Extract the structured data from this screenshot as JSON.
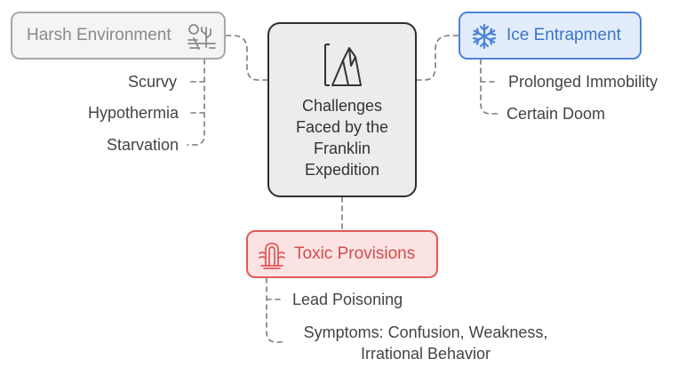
{
  "center": {
    "title_lines": [
      "Challenges",
      "Faced by the",
      "Franklin",
      "Expedition"
    ]
  },
  "harsh": {
    "label": "Harsh Environment",
    "items": [
      "Scurvy",
      "Hypothermia",
      "Starvation"
    ]
  },
  "ice": {
    "label": "Ice Entrapment",
    "items": [
      "Prolonged Immobility",
      "Certain Doom"
    ]
  },
  "toxic": {
    "label": "Toxic Provisions",
    "items": [
      "Lead Poisoning"
    ],
    "symptoms_lines": [
      "Symptoms: Confusion, Weakness,",
      "Irrational Behavior"
    ]
  },
  "colors": {
    "harsh_border": "#a8a8a8",
    "ice_accent": "#4a84d8",
    "toxic_accent": "#e05a5a",
    "connector": "#7a7a7a"
  },
  "icons": {
    "center": "mountain-icon",
    "harsh": "desert-icon",
    "ice": "snowflake-icon",
    "toxic": "poison-icon"
  }
}
